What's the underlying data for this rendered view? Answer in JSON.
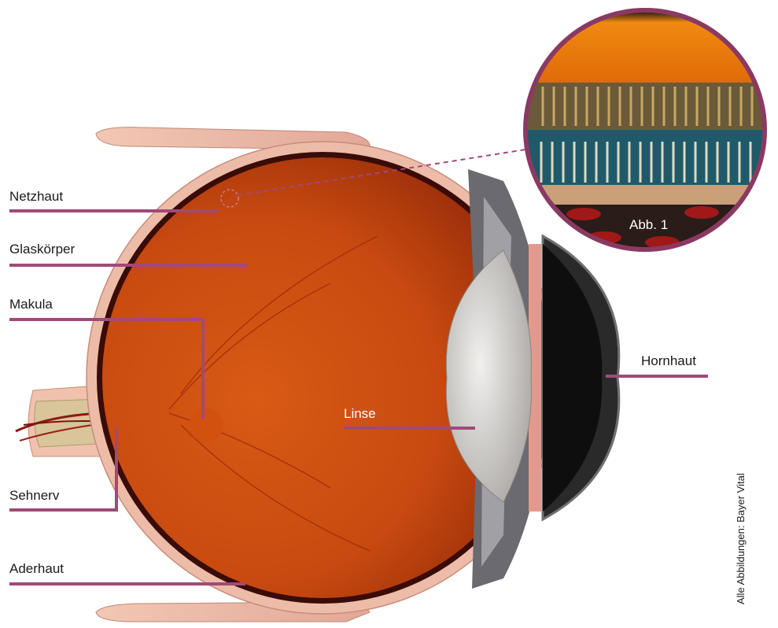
{
  "labels": {
    "netzhaut": "Netzhaut",
    "glaskoerper": "Glaskörper",
    "makula": "Makula",
    "sehnerv": "Sehnerv",
    "aderhaut": "Aderhaut",
    "linse": "Linse",
    "hornhaut": "Hornhaut"
  },
  "inset": {
    "caption": "Abb. 1"
  },
  "credit": "Alle Abbildungen: Bayer Vital",
  "colors": {
    "leader": "#a04a78",
    "sclera": "#e6b4a0",
    "retina": "#c94a14",
    "inset_ring": "#8a3a62"
  }
}
